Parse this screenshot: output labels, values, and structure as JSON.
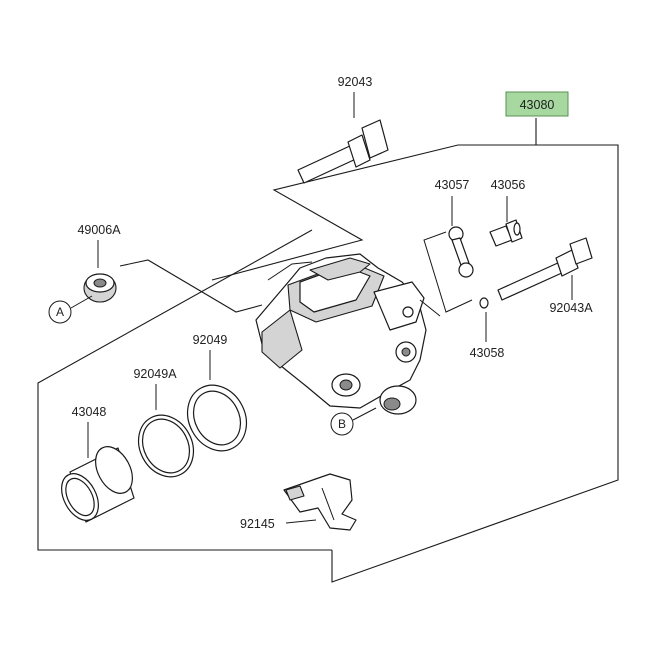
{
  "diagram": {
    "assembly_label": "43080",
    "assembly_label_bg": "#a6d8a0",
    "parts": {
      "p92043": "92043",
      "p49006A": "49006A",
      "p43057": "43057",
      "p43056": "43056",
      "p92043A": "92043A",
      "p92049": "92049",
      "p92049A": "92049A",
      "p43058": "43058",
      "p43048": "43048",
      "p92145": "92145"
    },
    "refs": {
      "a": "A",
      "b": "B"
    }
  }
}
